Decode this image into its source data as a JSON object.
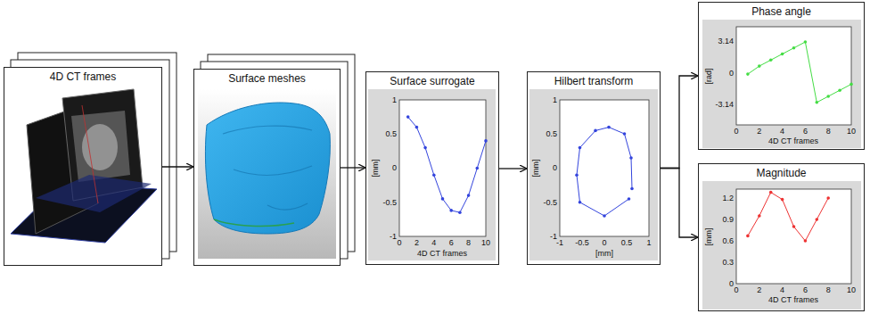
{
  "diagram": {
    "nodes": [
      {
        "text": [
          "4D CT frames"
        ]
      },
      {
        "text": [
          "Surface meshes"
        ]
      },
      {
        "text": [
          "Surface surrogate"
        ]
      },
      {
        "text": [
          "Hilbert transform"
        ]
      },
      {
        "text": [
          "Phase angle"
        ]
      },
      {
        "text": [
          "Magnitude"
        ]
      }
    ],
    "edges": [
      {
        "from": 0,
        "to": 1,
        "arrow": "to"
      },
      {
        "from": 1,
        "to": 2,
        "arrow": "to"
      },
      {
        "from": 2,
        "to": 3,
        "arrow": "to"
      },
      {
        "from": 3,
        "to": 4,
        "arrow": "to"
      },
      {
        "from": 3,
        "to": 5,
        "arrow": "to"
      }
    ],
    "labels": [
      "1",
      "0.5",
      "0",
      "-0.5",
      "-1",
      "0",
      "2",
      "4",
      "6",
      "8",
      "10",
      "[mm]",
      "4D CT frames",
      "1",
      "0.5",
      "0",
      "-0.5",
      "-1",
      "-1",
      "-0.5",
      "0",
      "0.5",
      "1",
      "[mm]",
      "[mm]",
      "3.14",
      "0",
      "-3.14",
      "0",
      "2",
      "4",
      "6",
      "8",
      "10",
      "[rad]",
      "4D CT frames",
      "1.2",
      "0.9",
      "0.6",
      "0.3",
      "0",
      "0",
      "2",
      "4",
      "6",
      "8",
      "10",
      "[mm]",
      "4D CT frames"
    ]
  }
}
